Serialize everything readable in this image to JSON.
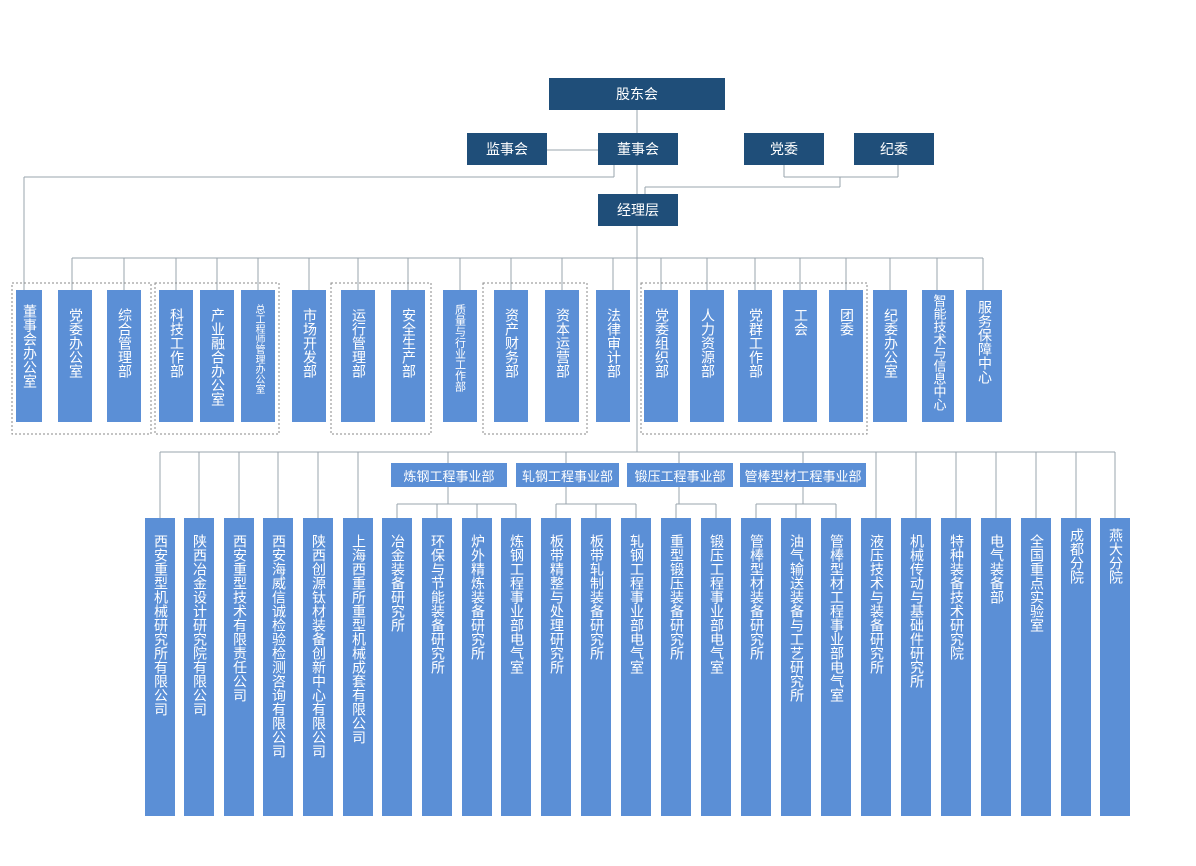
{
  "top": {
    "shareholders": "股东会",
    "supervisors": "监事会",
    "board": "董事会",
    "party": "党委",
    "discipline": "纪委",
    "management": "经理层"
  },
  "departments": [
    "董事会办公室",
    "党委办公室",
    "综合管理部",
    "科技工作部",
    "产业融合办公室",
    "总工程师管理办公室",
    "市场开发部",
    "运行管理部",
    "安全生产部",
    "质量与行业工作部",
    "资产财务部",
    "资本运营部",
    "法律审计部",
    "党委组织部",
    "人力资源部",
    "党群工作部",
    "工会",
    "团委",
    "纪委办公室",
    "智能技术与信息中心",
    "服务保障中心"
  ],
  "business_units": [
    "炼钢工程事业部",
    "轧钢工程事业部",
    "锻压工程事业部",
    "管棒型材工程事业部"
  ],
  "institutes": [
    "西安重型机械研究所有限公司",
    "陕西冶金设计研究院有限公司",
    "西安重型技术有限责任公司",
    "西安海威信诚检验检测咨询有限公司",
    "陕西创源钛材装备创新中心有限公司",
    "上海西重所重型机械成套有限公司",
    "冶金装备研究所",
    "环保与节能装备研究所",
    "炉外精炼装备研究所",
    "炼钢工程事业部电气室",
    "板带精整与处理研究所",
    "板带轧制装备研究所",
    "轧钢工程事业部电气室",
    "重型锻压装备研究所",
    "锻压工程事业部电气室",
    "管棒型材装备研究所",
    "油气输送装备与工艺研究所",
    "管棒型材工程事业部电气室",
    "液压技术与装备研究所",
    "机械传动与基础件研究所",
    "特种装备技术研究院",
    "电气装备部",
    "全国重点实验室",
    "成都分院",
    "燕大分院"
  ],
  "colors": {
    "dark": "#1f4e79",
    "box": "#5b8fd6",
    "line": "#9aa4ad",
    "dotted": "#8a8a8a"
  }
}
